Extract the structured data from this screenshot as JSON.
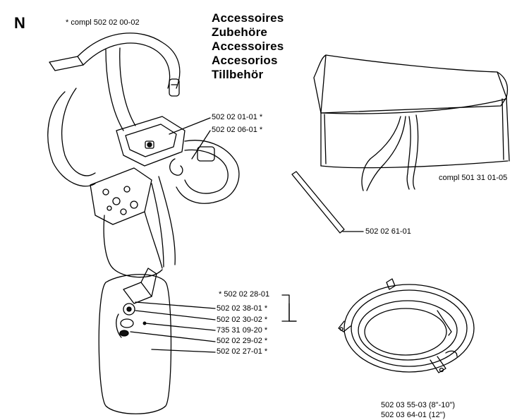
{
  "section_letter": "N",
  "compl_top": "* compl 502 02 00-02",
  "titles": [
    "Accessoires",
    "Zubehöre",
    "Accessoires",
    "Accesorios",
    "Tillbehör"
  ],
  "parts": {
    "harness_1": "502 02 01-01  *",
    "harness_2": "502 02 06-01  *",
    "guard_compl": "*  502 02 28-01",
    "guard_1": "502 02 38-01  *",
    "guard_2": "502 02 30-02  *",
    "guard_3": "735 31 09-20  *",
    "guard_4": "502 02 29-02  *",
    "guard_5": "502 02 27-01  *",
    "bag_compl": "compl 501 31 01-05",
    "rod": "502 02 61-01",
    "ring_1": "502 03 55-03 (8\"-10\")",
    "ring_2": "502 03 64-01 (12\")"
  }
}
